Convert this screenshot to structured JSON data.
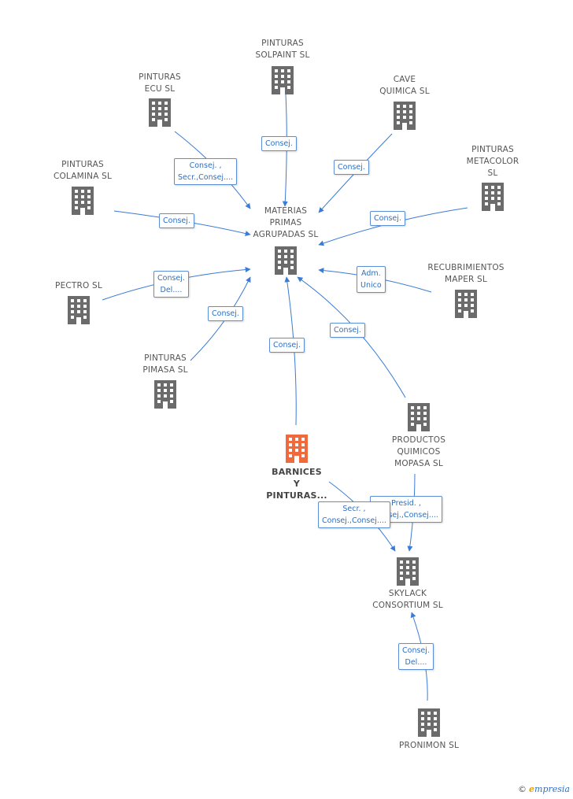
{
  "colors": {
    "edge": "#3a7bd5",
    "node_icon": "#6b6b6b",
    "main_icon": "#f06a3e",
    "label_text": "#2f6fbf"
  },
  "icons": {
    "company": "building-icon"
  },
  "nodes": {
    "materias": "MATERIAS\nPRIMAS\nAGRUPADAS SL",
    "solpaint": "PINTURAS\nSOLPAINT SL",
    "ecu": "PINTURAS\nECU  SL",
    "cave": "CAVE\nQUIMICA SL",
    "metacolor": "PINTURAS\nMETACOLOR\nSL",
    "colamina": "PINTURAS\nCOLAMINA SL",
    "pectro": "PECTRO SL",
    "recubrimientos": "RECUBRIMIENTOS\nMAPER  SL",
    "pimasa": "PINTURAS\nPIMASA  SL",
    "barnices": "BARNICES\nY\nPINTURAS...",
    "mopasa": "PRODUCTOS\nQUIMICOS\nMOPASA SL",
    "skylack": "SKYLACK\nCONSORTIUM SL",
    "pronimon": "PRONIMON SL"
  },
  "relations": {
    "solpaint": "Consej.",
    "ecu": "Consej. ,\nSecr.,Consej....",
    "cave": "Consej.",
    "metacolor": "Consej.",
    "colamina": "Consej.",
    "pectro": "Consej.\nDel....",
    "recubrimientos": "Adm.\nUnico",
    "pimasa": "Consej.",
    "barnices": "Consej.",
    "mopasa": "Consej.",
    "mopasa_skylack": "Presid. ,\nConsej.,Consej....",
    "barnices_skylack": "Secr. ,\nConsej.,Consej....",
    "pronimon": "Consej.\nDel...."
  },
  "footer": {
    "copyright": "©",
    "brand_initial": "e",
    "brand_rest": "mpresia"
  }
}
